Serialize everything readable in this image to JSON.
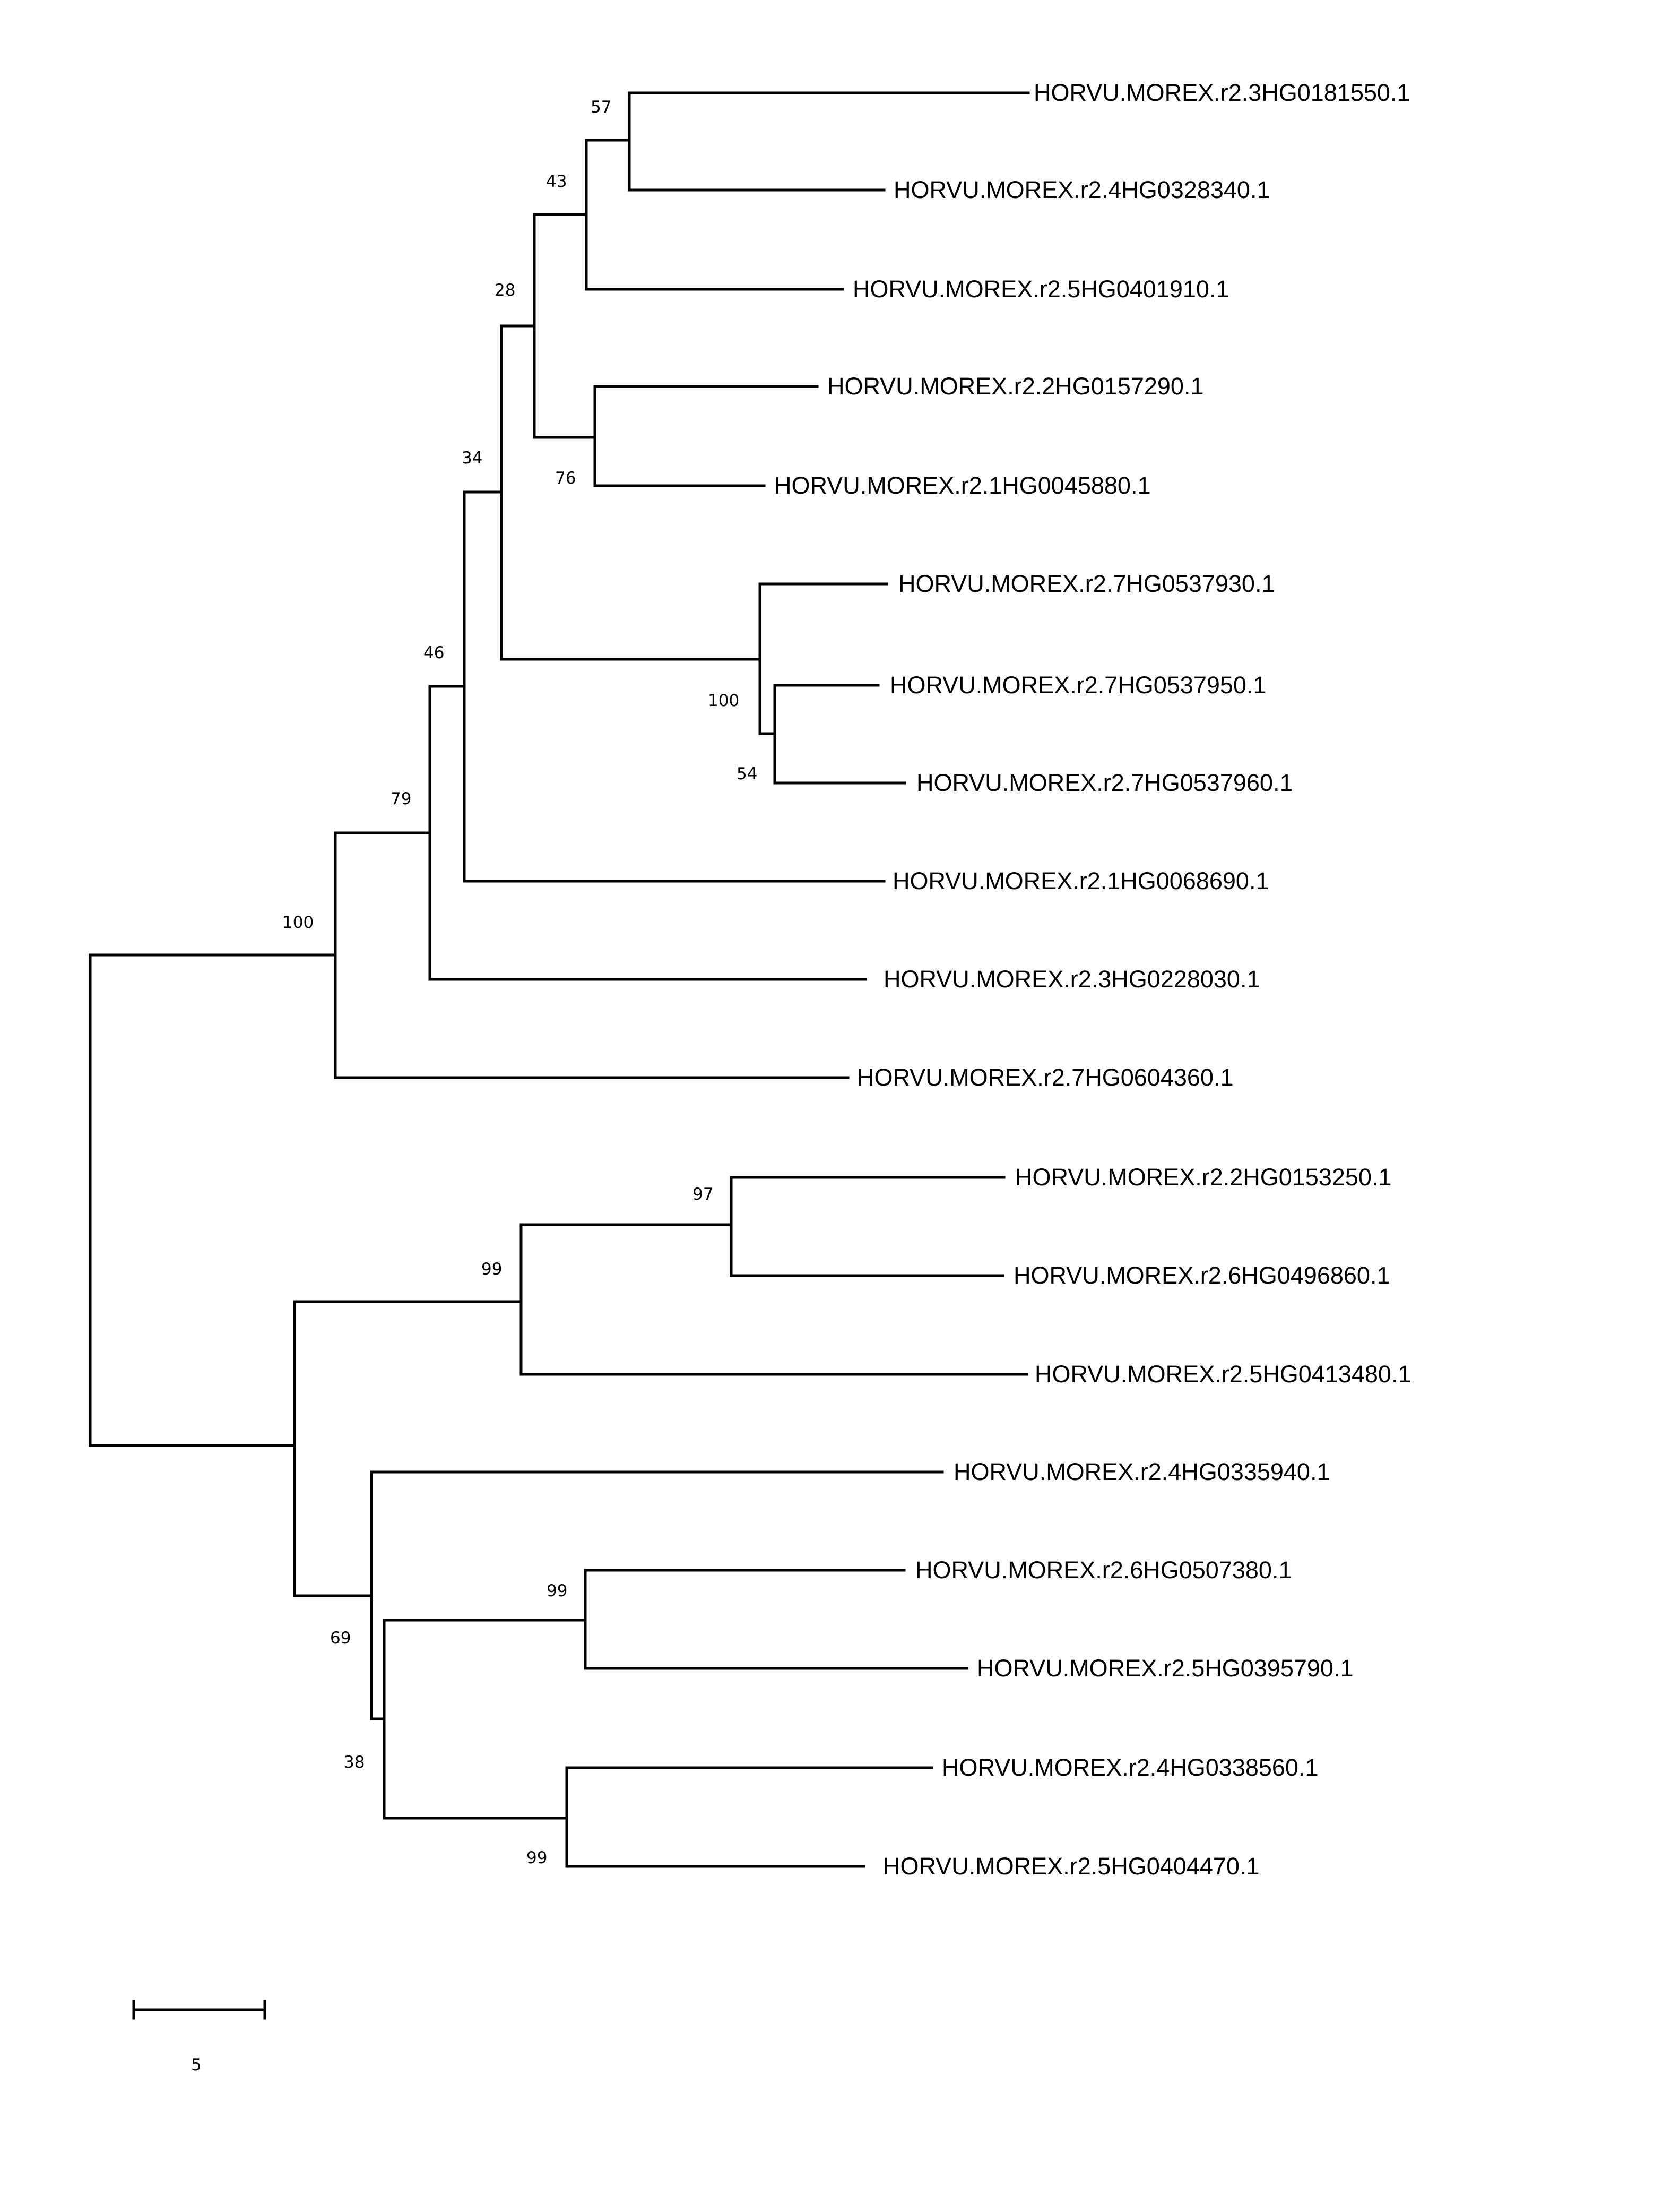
{
  "tree": {
    "leaves": [
      "HORVU.MOREX.r2.3HG0181550.1",
      "HORVU.MOREX.r2.4HG0328340.1",
      "HORVU.MOREX.r2.5HG0401910.1",
      "HORVU.MOREX.r2.2HG0157290.1",
      "HORVU.MOREX.r2.1HG0045880.1",
      "HORVU.MOREX.r2.7HG0537930.1",
      "HORVU.MOREX.r2.7HG0537950.1",
      "HORVU.MOREX.r2.7HG0537960.1",
      "HORVU.MOREX.r2.1HG0068690.1",
      "HORVU.MOREX.r2.3HG0228030.1",
      "HORVU.MOREX.r2.7HG0604360.1",
      "HORVU.MOREX.r2.2HG0153250.1",
      "HORVU.MOREX.r2.6HG0496860.1",
      "HORVU.MOREX.r2.5HG0413480.1",
      "HORVU.MOREX.r2.4HG0335940.1",
      "HORVU.MOREX.r2.6HG0507380.1",
      "HORVU.MOREX.r2.5HG0395790.1",
      "HORVU.MOREX.r2.4HG0338560.1",
      "HORVU.MOREX.r2.5HG0404470.1"
    ],
    "bootstrap_values": [
      "57",
      "43",
      "28",
      "76",
      "34",
      "100",
      "54",
      "46",
      "79",
      "100",
      "97",
      "99",
      "69",
      "99",
      "38",
      "99"
    ]
  },
  "scale_bar": {
    "label": "5"
  }
}
